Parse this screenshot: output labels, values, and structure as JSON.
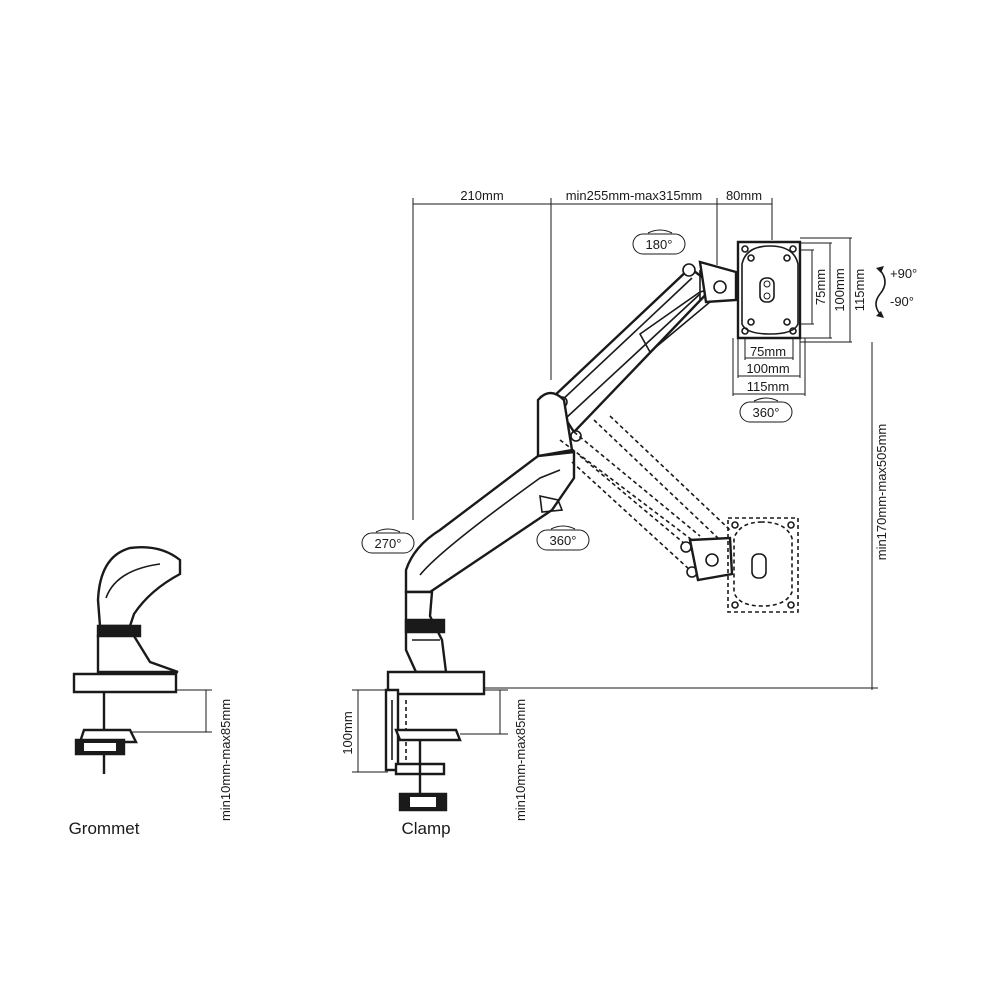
{
  "captions": {
    "grommet": "Grommet",
    "clamp": "Clamp"
  },
  "dimensions": {
    "arm_lower": "210mm",
    "arm_upper": "min255mm-max315mm",
    "head_offset": "80mm",
    "vesa_h_75": "75mm",
    "vesa_h_100": "100mm",
    "vesa_h_115": "115mm",
    "vesa_v_75": "75mm",
    "vesa_v_100": "100mm",
    "vesa_v_115": "115mm",
    "height_range": "min170mm-max505mm",
    "clamp_depth": "100mm",
    "clamp_desk": "min10mm-max85mm",
    "grommet_desk": "min10mm-max85mm"
  },
  "rotations": {
    "tilt_180": "180°",
    "swivel_360_head": "360°",
    "base_270": "270°",
    "arm_360": "360°",
    "tilt_up": "+90°",
    "tilt_down": "-90°"
  }
}
